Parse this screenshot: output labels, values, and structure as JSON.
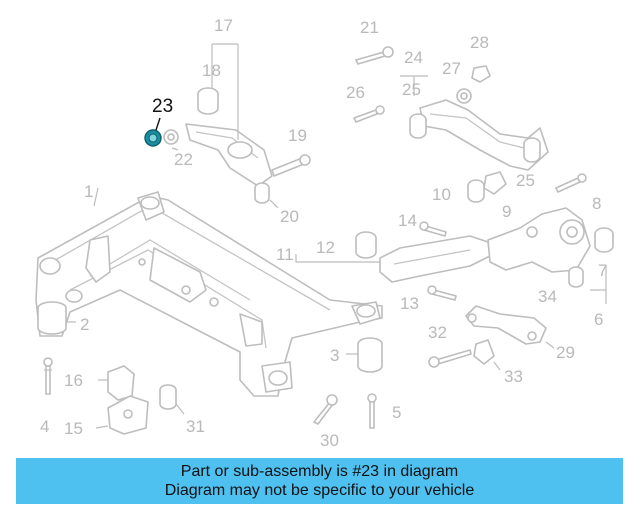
{
  "diagram": {
    "highlighted_part": "23",
    "callouts": [
      "1",
      "2",
      "3",
      "4",
      "5",
      "6",
      "7",
      "8",
      "9",
      "10",
      "11",
      "12",
      "13",
      "14",
      "15",
      "16",
      "17",
      "18",
      "19",
      "20",
      "21",
      "22",
      "23",
      "24",
      "25",
      "25",
      "26",
      "27",
      "28",
      "29",
      "30",
      "31",
      "32",
      "33",
      "34"
    ],
    "colors": {
      "line_art": "#bdbdbd",
      "highlight": "#1a8fa0",
      "banner": "#4fc1f1"
    }
  },
  "banner": {
    "line1": "Part or sub-assembly is #23 in diagram",
    "line2": "Diagram may not be specific to your vehicle"
  }
}
